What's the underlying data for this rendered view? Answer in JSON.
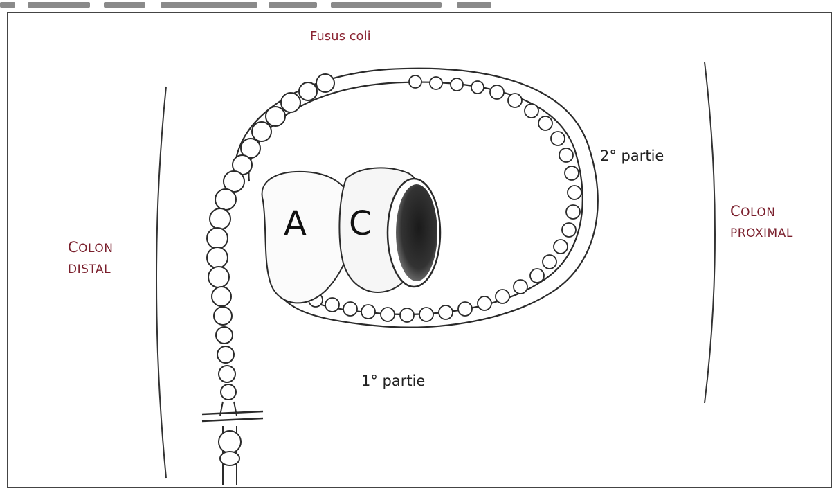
{
  "labels": {
    "fusus_coli": "Fusus coli",
    "second_part": "2° partie",
    "first_part": "1° partie",
    "colon_distal_word1": "Colon",
    "colon_distal_word2": "distal",
    "colon_proximal_word1": "Colon",
    "colon_proximal_word2": "proximal",
    "ampulla_letter": "A",
    "cecum_letter": "C"
  },
  "colors": {
    "title_text": "#8a2432",
    "section_text": "#7a1f2c",
    "ink": "#222222"
  }
}
